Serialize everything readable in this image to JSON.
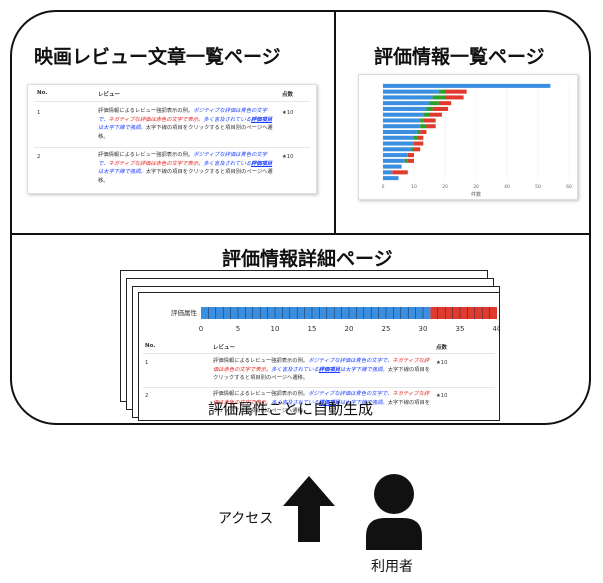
{
  "panels": {
    "review_list": {
      "title": "映画レビュー文章一覧ページ",
      "table": {
        "headers": [
          "No.",
          "レビュー",
          "点数"
        ],
        "rows": [
          {
            "no": "1",
            "score": "★10"
          },
          {
            "no": "2",
            "score": "★10"
          }
        ]
      }
    },
    "rating_list": {
      "title": "評価情報一覧ページ"
    },
    "rating_detail": {
      "title": "評価情報詳細ページ"
    }
  },
  "review_text": {
    "part1": "評価情報によるレビュー強調表示の例。",
    "positive": "ポジティブな評価は青色の文字で、",
    "negative": "ネガティブな評価は赤色の文字で表示。",
    "frequent": "多く言及されている",
    "link": "評価項目",
    "part2": "は太字下線で強調。",
    "part3": "太字下線の項目をクリックすると項目別のページへ遷移。"
  },
  "overview_chart": {
    "xlabel": "件数",
    "xticks": [
      "0",
      "10",
      "20",
      "30",
      "40",
      "50",
      "60"
    ]
  },
  "detail": {
    "attr_label": "評価属性",
    "xticks": [
      "0",
      "5",
      "10",
      "15",
      "20",
      "25",
      "30",
      "35",
      "40"
    ],
    "table": {
      "headers": [
        "No.",
        "レビュー",
        "点数"
      ],
      "rows": [
        {
          "no": "1",
          "score": "★10"
        },
        {
          "no": "2",
          "score": "★10"
        }
      ]
    }
  },
  "chart_data": [
    {
      "type": "bar",
      "orientation": "horizontal",
      "stacked": true,
      "xlabel": "件数",
      "xlim": [
        0,
        60
      ],
      "series_colors": {
        "positive": "#3b8fe0",
        "neutral": "#2ca02c",
        "negative": "#e03a2f"
      },
      "bars": [
        {
          "positive": 54,
          "neutral": 0,
          "negative": 0
        },
        {
          "positive": 18,
          "neutral": 2,
          "negative": 7
        },
        {
          "positive": 16,
          "neutral": 4,
          "negative": 6
        },
        {
          "positive": 15,
          "neutral": 3,
          "negative": 4
        },
        {
          "positive": 14,
          "neutral": 2,
          "negative": 5
        },
        {
          "positive": 13,
          "neutral": 2,
          "negative": 4
        },
        {
          "positive": 12,
          "neutral": 1,
          "negative": 4
        },
        {
          "positive": 12,
          "neutral": 2,
          "negative": 3
        },
        {
          "positive": 11,
          "neutral": 1,
          "negative": 2
        },
        {
          "positive": 10,
          "neutral": 1,
          "negative": 2
        },
        {
          "positive": 10,
          "neutral": 0,
          "negative": 3
        },
        {
          "positive": 9,
          "neutral": 1,
          "negative": 2
        },
        {
          "positive": 8,
          "neutral": 0,
          "negative": 2
        },
        {
          "positive": 7,
          "neutral": 1,
          "negative": 2
        },
        {
          "positive": 6,
          "neutral": 0,
          "negative": 0
        },
        {
          "positive": 3,
          "neutral": 0,
          "negative": 5
        },
        {
          "positive": 5,
          "neutral": 0,
          "negative": 0
        }
      ]
    },
    {
      "type": "bar",
      "orientation": "horizontal",
      "stacked": true,
      "xlim": [
        0,
        40
      ],
      "categories": [
        "評価属性"
      ],
      "series": [
        {
          "name": "positive",
          "values": [
            31
          ],
          "color": "#3b8fe0"
        },
        {
          "name": "negative",
          "values": [
            9
          ],
          "color": "#e03a2f"
        }
      ]
    }
  ],
  "labels": {
    "auto_generate": "評価属性ごとに自動生成",
    "access": "アクセス",
    "user": "利用者"
  }
}
